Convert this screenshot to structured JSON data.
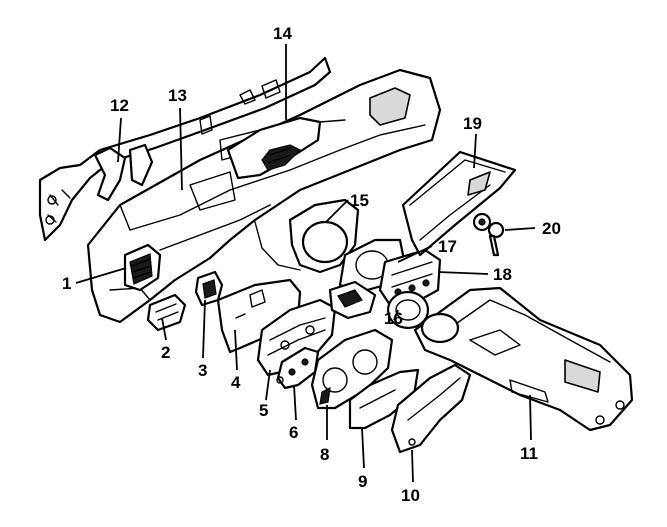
{
  "callouts": [
    {
      "id": "1",
      "text": "1"
    },
    {
      "id": "2",
      "text": "2"
    },
    {
      "id": "3",
      "text": "3"
    },
    {
      "id": "4",
      "text": "4"
    },
    {
      "id": "5",
      "text": "5"
    },
    {
      "id": "6",
      "text": "6"
    },
    {
      "id": "8",
      "text": "8"
    },
    {
      "id": "9",
      "text": "9"
    },
    {
      "id": "10",
      "text": "10"
    },
    {
      "id": "11",
      "text": "11"
    },
    {
      "id": "12",
      "text": "12"
    },
    {
      "id": "13",
      "text": "13"
    },
    {
      "id": "14",
      "text": "14"
    },
    {
      "id": "15",
      "text": "15"
    },
    {
      "id": "16",
      "text": "16"
    },
    {
      "id": "17",
      "text": "17"
    },
    {
      "id": "18",
      "text": "18"
    },
    {
      "id": "19",
      "text": "19"
    },
    {
      "id": "20",
      "text": "20"
    }
  ]
}
